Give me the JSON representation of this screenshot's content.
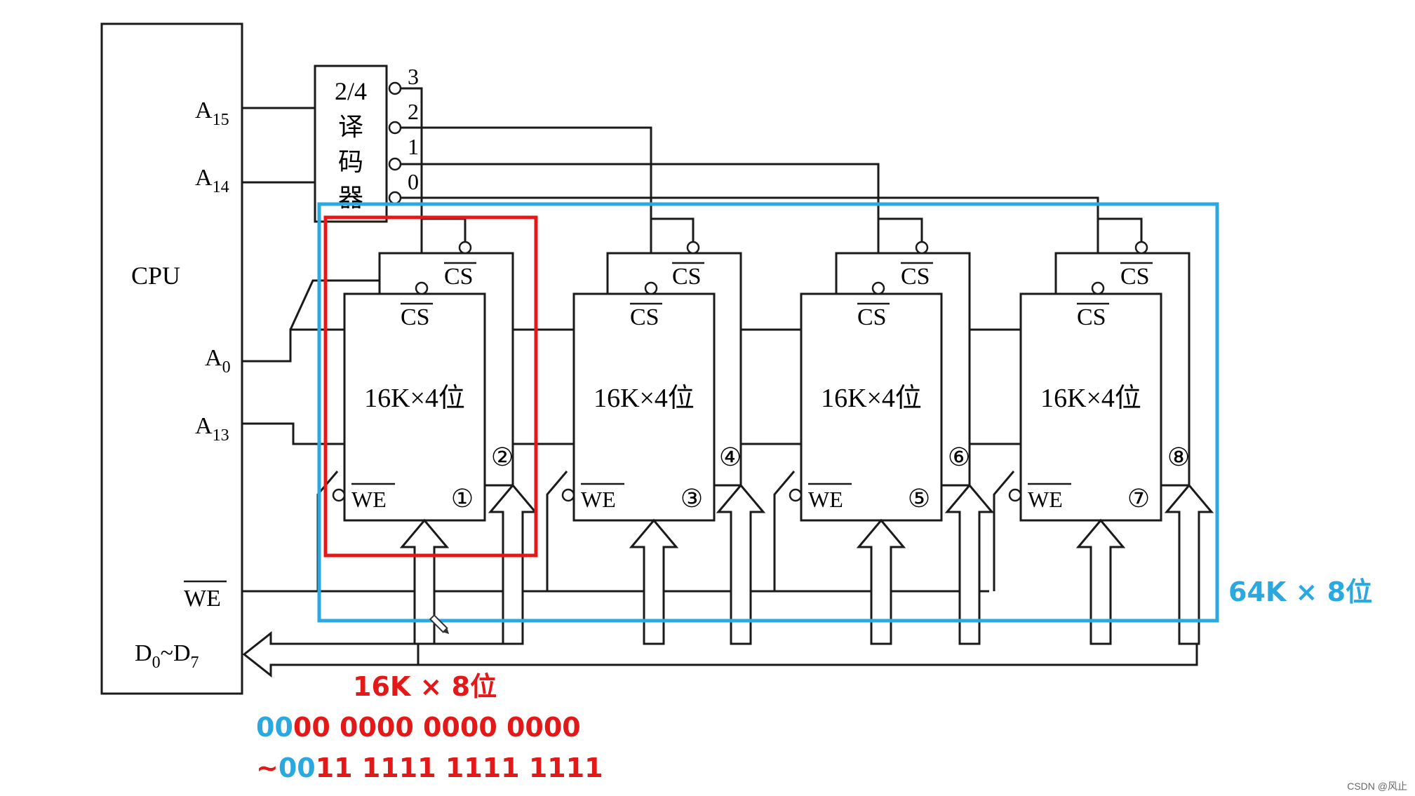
{
  "cpu": {
    "label": "CPU",
    "pins": {
      "a15": "A",
      "a15_sub": "15",
      "a14": "A",
      "a14_sub": "14",
      "a0": "A",
      "a0_sub": "0",
      "a13": "A",
      "a13_sub": "13",
      "we": "WE",
      "data": "D",
      "data_sub0": "0",
      "data_tilde": "~D",
      "data_sub7": "7"
    }
  },
  "decoder": {
    "label_lines": [
      "2/4",
      "译",
      "码",
      "器"
    ],
    "outputs": [
      "0",
      "1",
      "2",
      "3"
    ]
  },
  "chips": {
    "cs_label": "CS",
    "we_label": "WE",
    "capacity": "16K×4位",
    "groups": [
      {
        "front": "①",
        "back": "②"
      },
      {
        "front": "③",
        "back": "④"
      },
      {
        "front": "⑤",
        "back": "⑥"
      },
      {
        "front": "⑦",
        "back": "⑧"
      }
    ]
  },
  "annotations": {
    "blue_label": "64K × 8位",
    "red_label": "16K × 8位",
    "range_start_blue": "00",
    "range_start_red": "00 0000 0000 0000",
    "range_end_tilde": "~",
    "range_end_blue": "00",
    "range_end_red": "11 1111 1111 1111"
  },
  "colors": {
    "blue_box": "#29a9e0",
    "red_box": "#e31919",
    "line": "#1a1a1a"
  },
  "watermark": "CSDN @风止"
}
